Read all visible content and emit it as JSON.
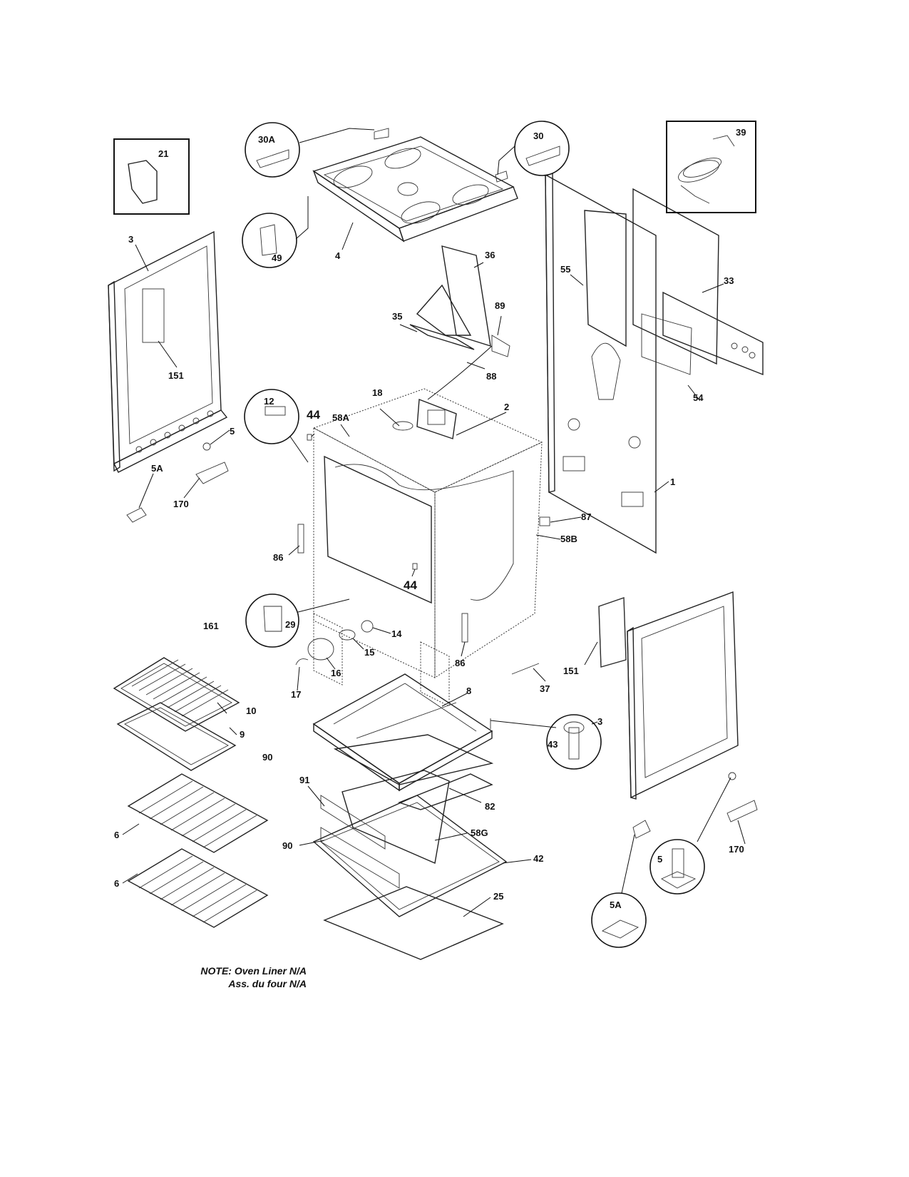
{
  "callouts": {
    "p30A": "30A",
    "p30": "30",
    "p21": "21",
    "p39": "39",
    "p49": "49",
    "p4": "4",
    "p3_left": "3",
    "p151_left": "151",
    "p36": "36",
    "p55": "55",
    "p33": "33",
    "p35": "35",
    "p89": "89",
    "p88": "88",
    "p54": "54",
    "p12": "12",
    "p44_top": "44",
    "p58A": "58A",
    "p18": "18",
    "p2": "2",
    "p5_left": "5",
    "p5A_left": "5A",
    "p170_left": "170",
    "p1": "1",
    "p87": "87",
    "p58B": "58B",
    "p86_left": "86",
    "p44_mid": "44",
    "p29": "29",
    "p161": "161",
    "p14": "14",
    "p15": "15",
    "p16": "16",
    "p17": "17",
    "p86_right": "86",
    "p151_right": "151",
    "p37": "37",
    "p8": "8",
    "p10": "10",
    "p9": "9",
    "p90_top": "90",
    "p43": "43",
    "p3_right": "3",
    "p91": "91",
    "p82": "82",
    "p58G": "58G",
    "p90_bottom": "90",
    "p42": "42",
    "p6_top": "6",
    "p6_bottom": "6",
    "p25": "25",
    "p5_right": "5",
    "p5A_right": "5A",
    "p170_right": "170"
  },
  "note": {
    "line1": "NOTE: Oven Liner N/A",
    "line2": "Ass. du four N/A"
  }
}
